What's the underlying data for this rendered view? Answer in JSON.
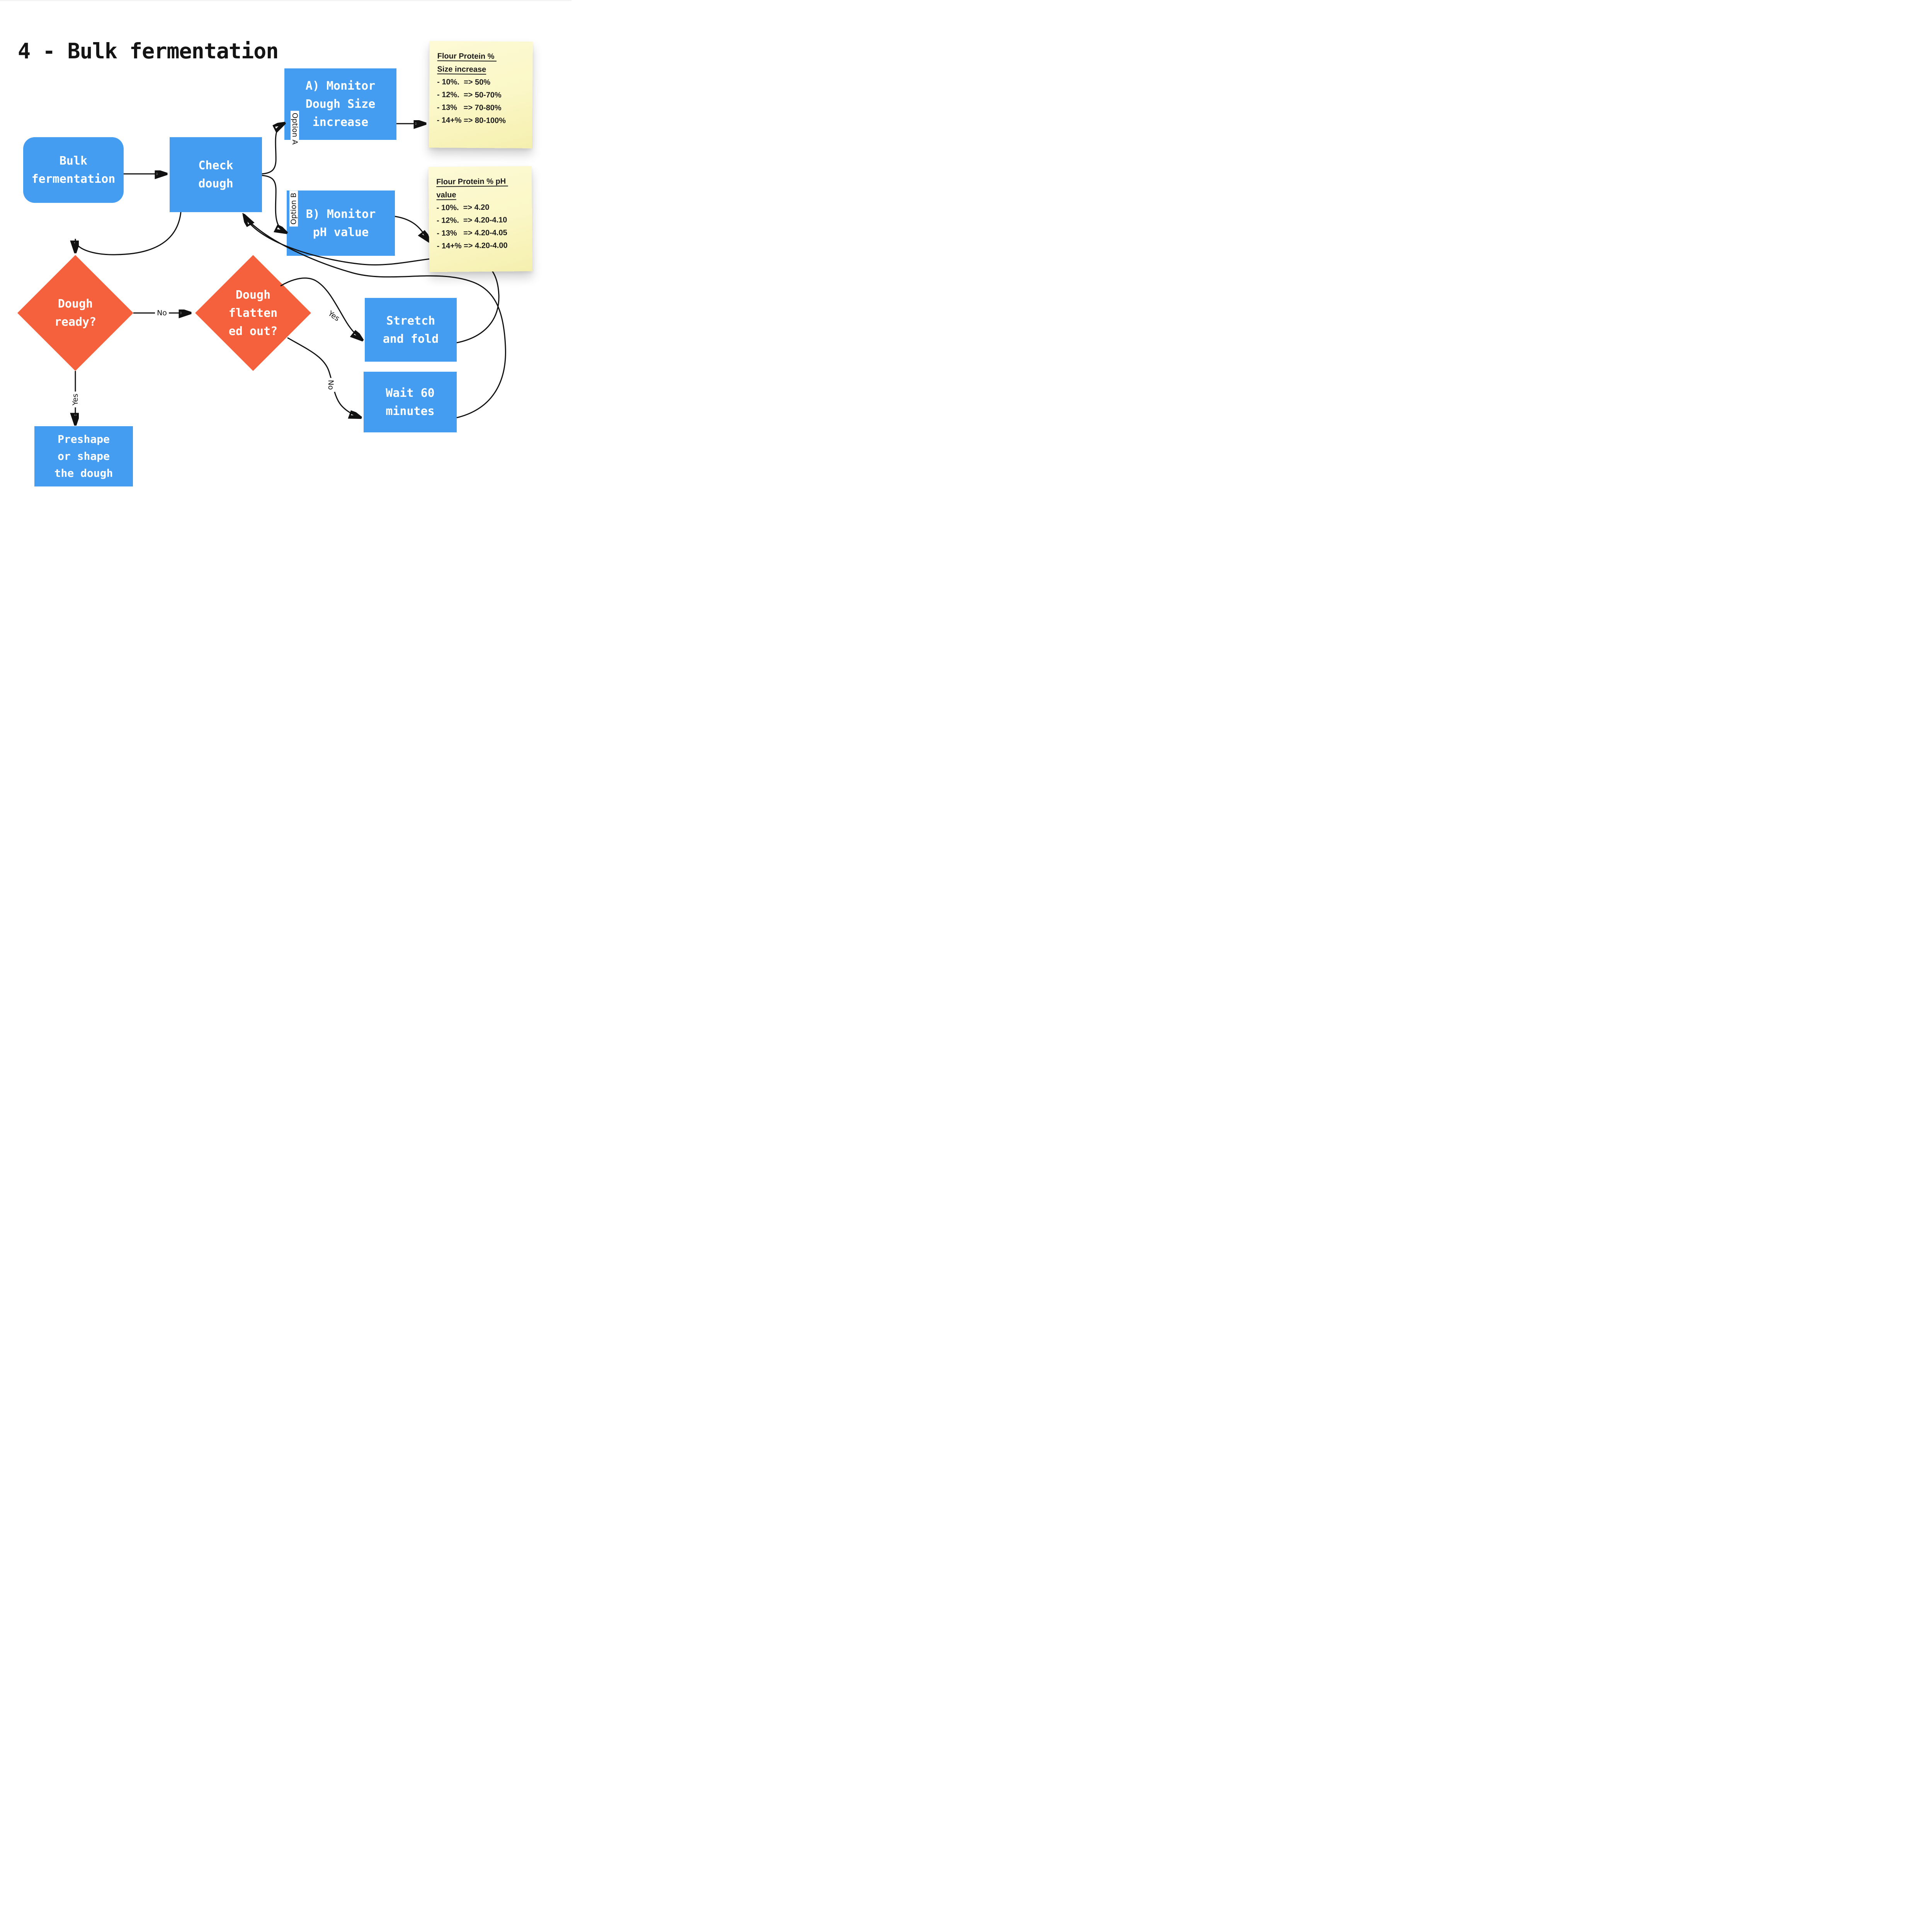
{
  "title": "4 - Bulk fermentation",
  "colors": {
    "box_blue": "#459df2",
    "diamond_orange": "#f5613c",
    "note_yellow": "#fbf7c6",
    "line": "#111111"
  },
  "nodes": {
    "bulk_fermentation": {
      "lines": [
        "Bulk",
        "fermentation"
      ]
    },
    "check_dough": {
      "lines": [
        "Check",
        "dough"
      ]
    },
    "monitor_size": {
      "lines": [
        "A) Monitor",
        "Dough Size",
        "increase"
      ]
    },
    "monitor_ph": {
      "lines": [
        "B) Monitor",
        "pH value"
      ]
    },
    "dough_ready": {
      "lines": [
        "Dough",
        "ready?"
      ]
    },
    "dough_flattened": {
      "lines": [
        "Dough",
        "flatten",
        "ed out?"
      ]
    },
    "stretch_fold": {
      "lines": [
        "Stretch",
        "and fold"
      ]
    },
    "wait_60": {
      "lines": [
        "Wait 60",
        "minutes"
      ]
    },
    "preshape": {
      "lines": [
        "Preshape",
        "or shape",
        "the dough"
      ]
    }
  },
  "notes": {
    "size_increase": {
      "title_lines": [
        "Flour Protein % ",
        "Size increase"
      ],
      "items": [
        "- 10%.  => 50%",
        "- 12%.  => 50-70%",
        "- 13%   => 70-80%",
        "- 14+% => 80-100%"
      ]
    },
    "ph_value": {
      "title_lines": [
        "Flour Protein % pH ",
        "value"
      ],
      "items": [
        "- 10%.  => 4.20",
        "- 12%.  => 4.20-4.10",
        "- 13%   => 4.20-4.05",
        "- 14+% => 4.20-4.00"
      ]
    }
  },
  "edge_labels": {
    "option_a": "Option A",
    "option_b": "Option B",
    "no_ready": "No",
    "yes_ready": "Yes",
    "yes_flattened": "Yes",
    "no_flattened": "No"
  }
}
